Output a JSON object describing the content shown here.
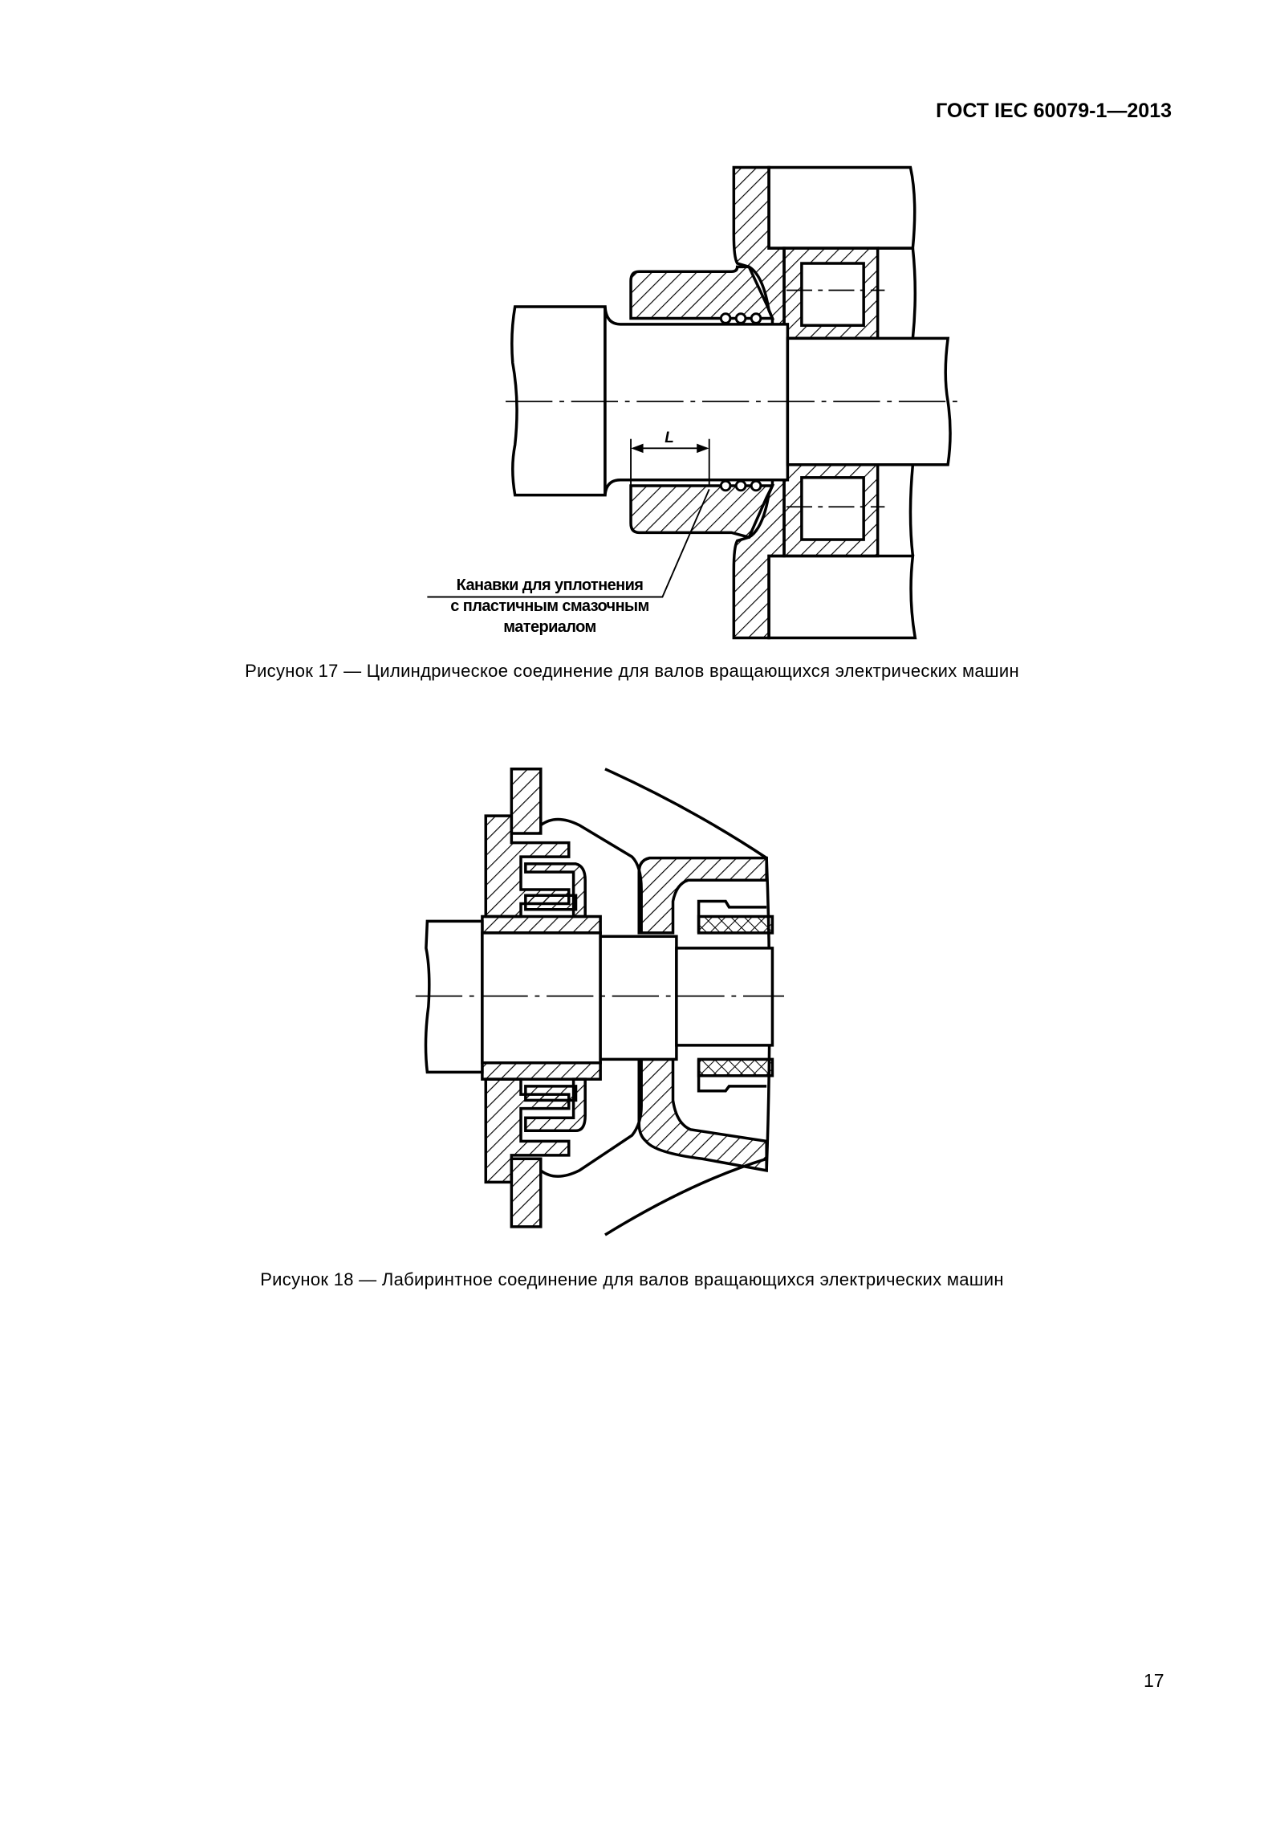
{
  "header": {
    "doc_id": "ГОСТ IEC 60079-1—2013"
  },
  "figure17": {
    "caption": "Рисунок 17 — Цилиндрическое соединение для валов вращающихся электрических машин",
    "dimension_label": "L",
    "callout_lines": [
      "Канавки для уплотнения",
      "с пластичным смазочным",
      "материалом"
    ]
  },
  "figure18": {
    "caption": "Рисунок 18 — Лабиринтное соединение для валов вращающихся электрических машин"
  },
  "footer": {
    "page_number": "17"
  }
}
